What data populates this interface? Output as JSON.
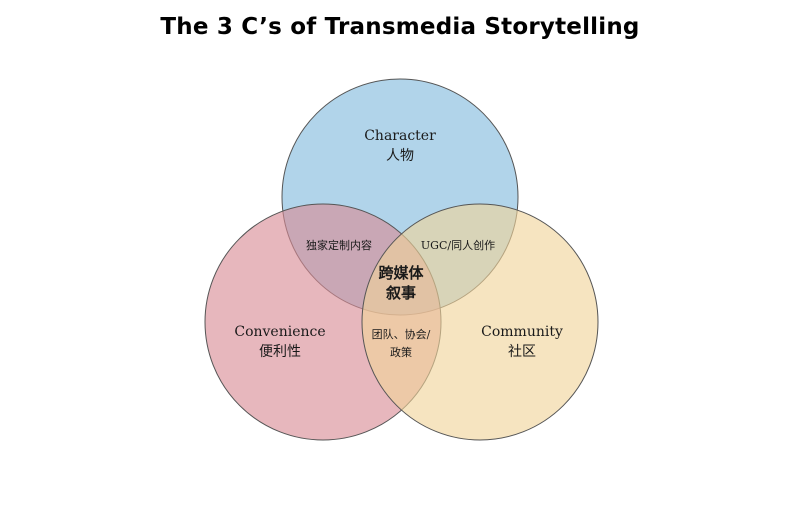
{
  "title": "The 3 C’s of Transmedia Storytelling",
  "colors": {
    "character_fill": "#a9cfe8",
    "convenience_fill": "#d98b94",
    "community_fill": "#f0d49a",
    "outline": "#555555"
  },
  "circles": {
    "character": {
      "label_en": "Character",
      "label_zh": "人物"
    },
    "convenience": {
      "label_en": "Convenience",
      "label_zh": "便利性"
    },
    "community": {
      "label_en": "Community",
      "label_zh": "社区"
    }
  },
  "overlaps": {
    "character_convenience": "独家定制内容",
    "character_community": "UGC/同人创作",
    "convenience_community_line1": "团队、协会/",
    "convenience_community_line2": "政策"
  },
  "center": {
    "line1": "跨媒体",
    "line2": "叙事"
  }
}
